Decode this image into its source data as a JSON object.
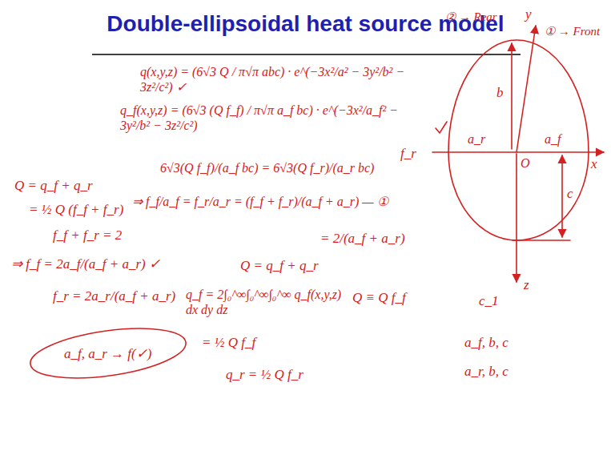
{
  "diagram": {
    "title": "Double-ellipsoidal heat source model",
    "labels": [
      "q(x,y,z) = (6√3 Q / π√π abc) · e^(−3x²/a² − 3y²/b² − 3z²/c²) ✓",
      "q_f(x,y,z) = (6√3 (Q f_f) / π√π a_f bc) · e^(−3x²/a_f² − 3y²/b² − 3z²/c²)",
      "f_r",
      "6√3(Q f_f)/(a_f bc) = 6√3(Q f_r)/(a_r bc)",
      "⇒ f_f/a_f = f_r/a_r = (f_f + f_r)/(a_f + a_r) — ①",
      "= 2/(a_f + a_r)",
      "Q = q_f + q_r",
      "= ½ Q (f_f + f_r)",
      "f_f + f_r = 2",
      "⇒ f_f = 2a_f/(a_f + a_r) ✓",
      "f_r = 2a_r/(a_f + a_r)",
      "a_f, a_r → f(✓)",
      "Q = q_f + q_r",
      "q_f = 2∫₀^∞∫₀^∞∫₀^∞ q_f(x,y,z) dx dy dz",
      "= ½ Q f_f",
      "q_r = ½ Q f_r",
      "Q ≡ Q f_f",
      "c_1",
      "a_f, b, c",
      "a_r, b, c",
      "② → Rear",
      "y",
      "① → Front",
      "x",
      "a_r",
      "a_f",
      "b",
      "O",
      "c",
      "z"
    ]
  }
}
